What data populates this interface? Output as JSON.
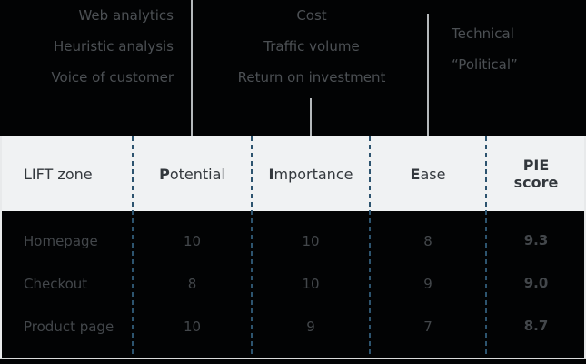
{
  "factors": {
    "potential": [
      "Web analytics",
      "Heuristic analysis",
      "Voice of customer"
    ],
    "importance": [
      "Cost",
      "Traffic volume",
      "Return on investment"
    ],
    "ease": [
      "Technical",
      "“Political”"
    ]
  },
  "table": {
    "columns": {
      "zone": "LIFT zone",
      "potential": "Potential",
      "importance": "Importance",
      "ease": "Ease",
      "pie": "PIE score"
    },
    "rows": [
      {
        "zone": "Homepage",
        "potential": "10",
        "importance": "10",
        "ease": "8",
        "pie": "9.3"
      },
      {
        "zone": "Checkout",
        "potential": "8",
        "importance": "10",
        "ease": "9",
        "pie": "9.0"
      },
      {
        "zone": "Product page",
        "potential": "10",
        "importance": "9",
        "ease": "7",
        "pie": "8.7"
      }
    ]
  },
  "colors": {
    "background": "#020304",
    "header_background": "#f0f2f3",
    "dashed_separator": "#2d546f",
    "connector_line": "#b5b9bb",
    "muted_text": "#4c5054",
    "header_text": "#33383d",
    "data_text": "#43474b"
  }
}
